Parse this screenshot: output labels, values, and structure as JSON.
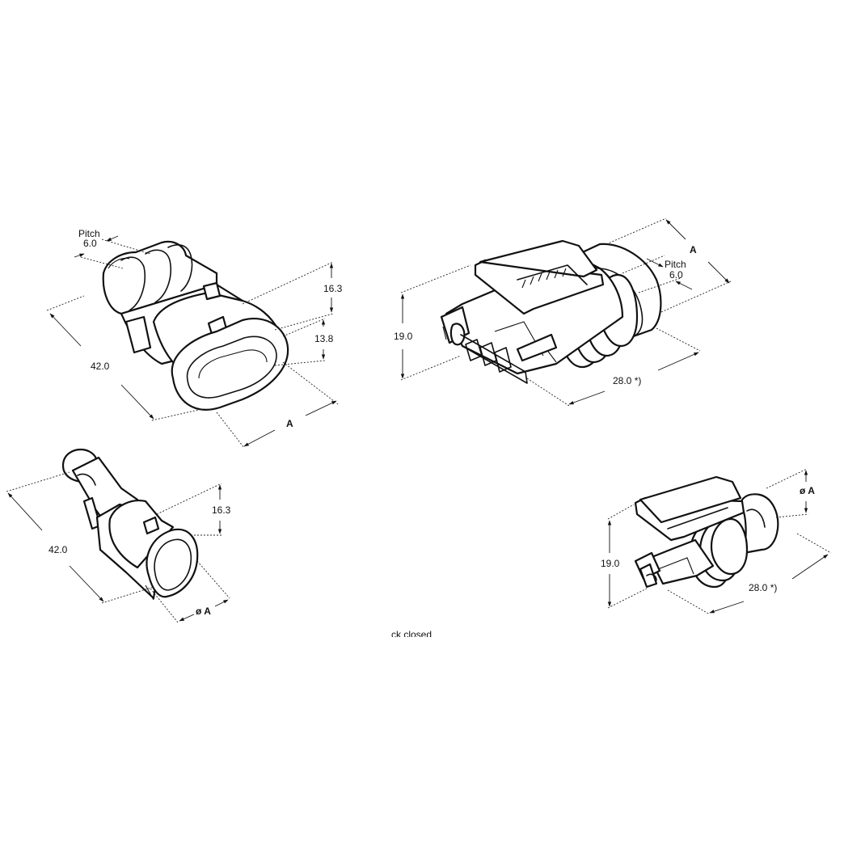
{
  "drawing": {
    "colors": {
      "line": "#111111",
      "background": "#ffffff"
    },
    "views": {
      "plug_3pin": {
        "pitch_label": "Pitch",
        "pitch_value": "6.0",
        "height_outer": "16.3",
        "height_inner": "13.8",
        "length": "42.0",
        "width": "A"
      },
      "socket_3pin": {
        "height": "19.0",
        "width": "A",
        "pitch_label": "Pitch",
        "pitch_value": "6.0",
        "length": "28.0 *)"
      },
      "plug_1pin": {
        "height": "16.3",
        "length": "42.0",
        "diameter": "ø A"
      },
      "socket_1pin": {
        "diameter": "ø A",
        "height": "19.0",
        "length": "28.0 *)"
      }
    },
    "cut_off_caption": "ck closed"
  }
}
